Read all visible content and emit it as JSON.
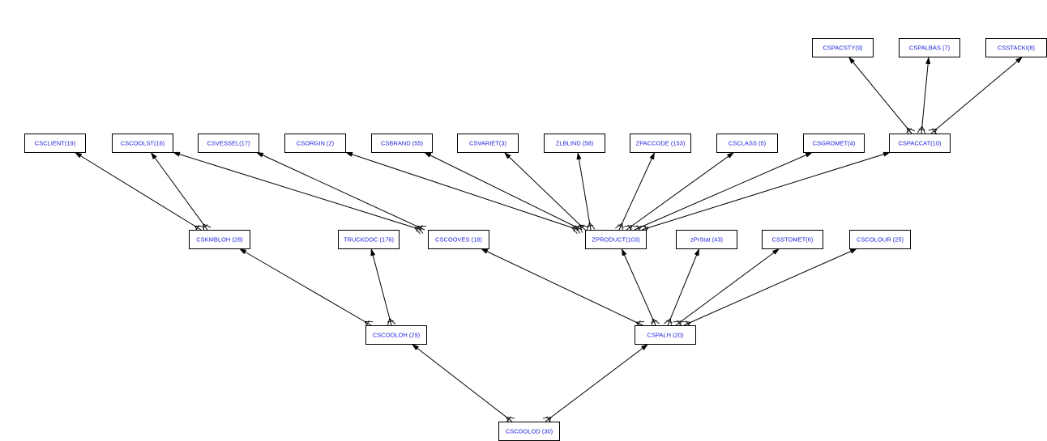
{
  "diagram": {
    "colors": {
      "label": "#2222dd",
      "line": "#000000",
      "box_border": "#000000",
      "background": "#ffffff"
    },
    "nodes": [
      {
        "id": "CSPACSTY",
        "label": "CSPACSTY(9)"
      },
      {
        "id": "CSPALBAS",
        "label": "CSPALBAS (7)"
      },
      {
        "id": "CSSTACKI",
        "label": "CSSTACKI(8)"
      },
      {
        "id": "CSCLIENT",
        "label": "CSCLIENT(19)"
      },
      {
        "id": "CSCOOLST",
        "label": "CSCOOLST(16)"
      },
      {
        "id": "CSVESSEL",
        "label": "CSVESSEL(17)"
      },
      {
        "id": "CSORGIN",
        "label": "CSORGIN (2)"
      },
      {
        "id": "CSBRAND",
        "label": "CSBRAND (55)"
      },
      {
        "id": "CSVARIET",
        "label": "CSVARIET(3)"
      },
      {
        "id": "ZLBLIND",
        "label": "ZLBLIND (58)"
      },
      {
        "id": "ZPACCODE",
        "label": "ZPACCODE (153)"
      },
      {
        "id": "CSCLASS",
        "label": "CSCLASS (5)"
      },
      {
        "id": "CSGROMET",
        "label": "CSGROMET(4)"
      },
      {
        "id": "CSPACCAT",
        "label": "CSPACCAT(10)"
      },
      {
        "id": "CSKMBLOH",
        "label": "CSKMBLOH (28)"
      },
      {
        "id": "TRUCKDOC",
        "label": "TRUCKDOC (176)"
      },
      {
        "id": "CSCOOVES",
        "label": "CSCOOVES (18)"
      },
      {
        "id": "ZPRODUCT",
        "label": "ZPRODUCT(103)"
      },
      {
        "id": "zPrStat",
        "label": "zPrStat (43)"
      },
      {
        "id": "CSSTOMET",
        "label": "CSSTOMET(6)"
      },
      {
        "id": "CSCOLOUR",
        "label": "CSCOLOUR (25)"
      },
      {
        "id": "CSCOOLOH",
        "label": "CSCOOLOH (29)"
      },
      {
        "id": "CSPALH",
        "label": "CSPALH (20)"
      },
      {
        "id": "CSCOOLOD",
        "label": "CSCOOLOD (30)"
      }
    ],
    "edges": [
      {
        "from": "CSPACCAT",
        "to": "CSPACSTY"
      },
      {
        "from": "CSPACCAT",
        "to": "CSPALBAS"
      },
      {
        "from": "CSPACCAT",
        "to": "CSSTACKI"
      },
      {
        "from": "CSKMBLOH",
        "to": "CSCLIENT"
      },
      {
        "from": "CSKMBLOH",
        "to": "CSCOOLST"
      },
      {
        "from": "CSCOOVES",
        "to": "CSCOOLST"
      },
      {
        "from": "CSCOOVES",
        "to": "CSVESSEL"
      },
      {
        "from": "ZPRODUCT",
        "to": "CSORGIN"
      },
      {
        "from": "ZPRODUCT",
        "to": "CSBRAND"
      },
      {
        "from": "ZPRODUCT",
        "to": "CSVARIET"
      },
      {
        "from": "ZPRODUCT",
        "to": "ZLBLIND"
      },
      {
        "from": "ZPRODUCT",
        "to": "ZPACCODE"
      },
      {
        "from": "ZPRODUCT",
        "to": "CSCLASS"
      },
      {
        "from": "ZPRODUCT",
        "to": "CSGROMET"
      },
      {
        "from": "ZPRODUCT",
        "to": "CSPACCAT"
      },
      {
        "from": "CSCOOLOH",
        "to": "CSKMBLOH"
      },
      {
        "from": "CSCOOLOH",
        "to": "TRUCKDOC"
      },
      {
        "from": "CSPALH",
        "to": "CSCOOVES"
      },
      {
        "from": "CSPALH",
        "to": "ZPRODUCT"
      },
      {
        "from": "CSPALH",
        "to": "zPrStat"
      },
      {
        "from": "CSPALH",
        "to": "CSSTOMET"
      },
      {
        "from": "CSPALH",
        "to": "CSCOLOUR"
      },
      {
        "from": "CSCOOLOD",
        "to": "CSCOOLOH"
      },
      {
        "from": "CSCOOLOD",
        "to": "CSPALH"
      }
    ]
  }
}
